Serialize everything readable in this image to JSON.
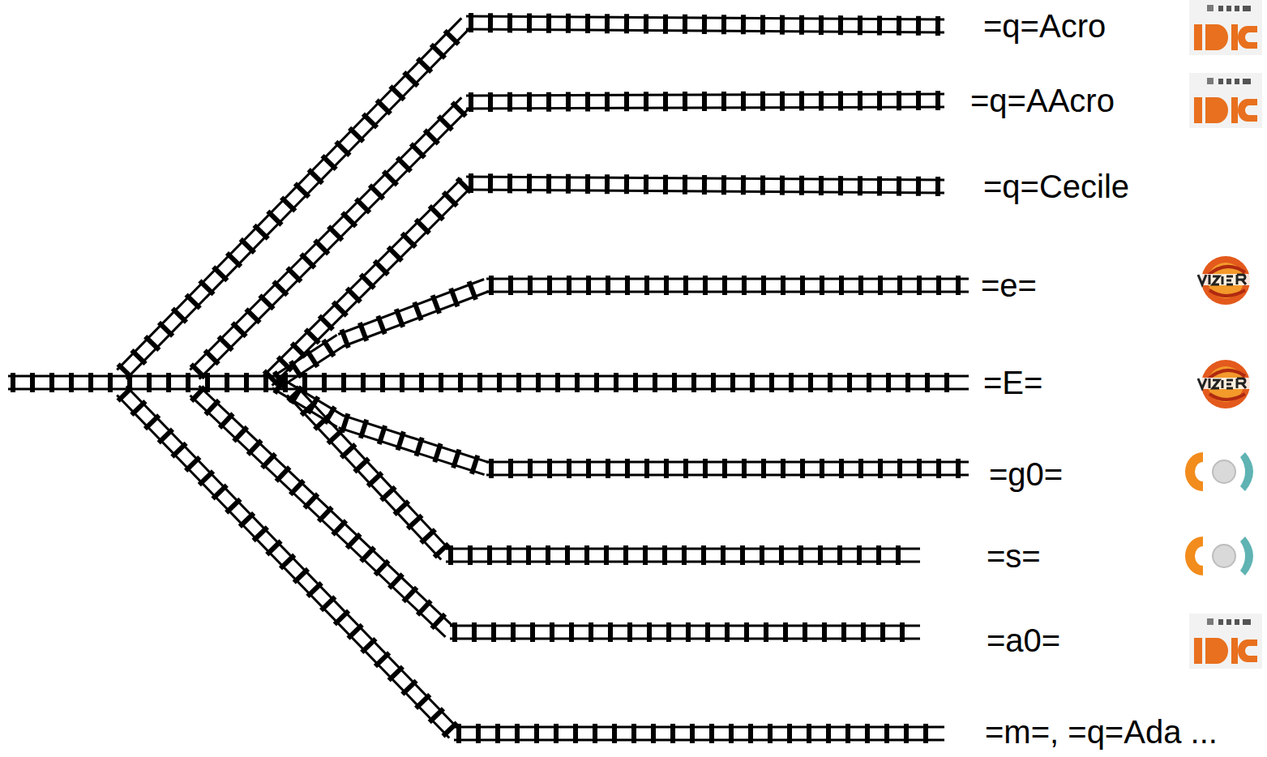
{
  "diagram": {
    "labels": [
      "=q=Acro",
      "=q=AAcro",
      "=q=Cecile",
      "=e=",
      "=E=",
      "=g0=",
      "=s=",
      "=a0=",
      "=m=, =q=Ada ..."
    ]
  }
}
